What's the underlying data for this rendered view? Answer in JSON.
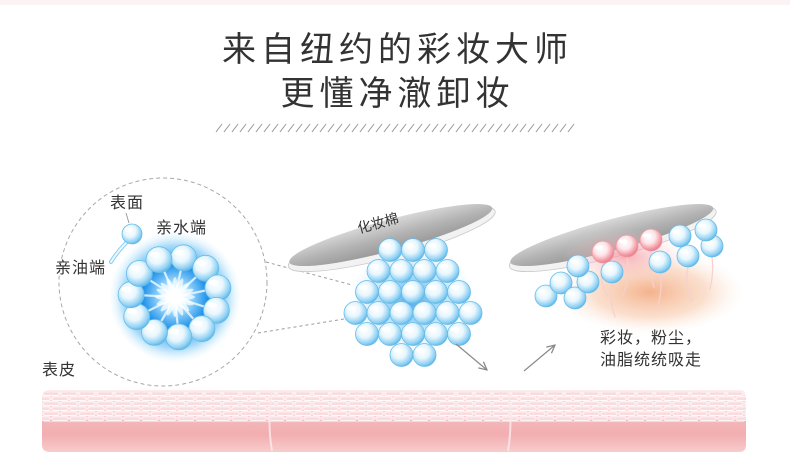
{
  "title": {
    "line1": "来自纽约的彩妆大师",
    "line2": "更懂净澈卸妆"
  },
  "labels": {
    "surface": "表面",
    "hydrophilic_end": "亲水端",
    "lipophilic_end": "亲油端",
    "cotton_pad": "化妆棉",
    "epidermis": "表皮",
    "result_line1": "彩妆，粉尘，",
    "result_line2": "油脂统统吸走"
  },
  "colors": {
    "title_text": "#333333",
    "label_text": "#333333",
    "bubble_blue": "#8ccff3",
    "glow_blue": "#1c8fe9",
    "dirt_orange": "#f3aa80",
    "dirt_pink": "#f3949e",
    "pad_gray": "#b2b2b2",
    "skin_pink": "#f2aeb1",
    "divider_gray": "#9a9a9a"
  }
}
